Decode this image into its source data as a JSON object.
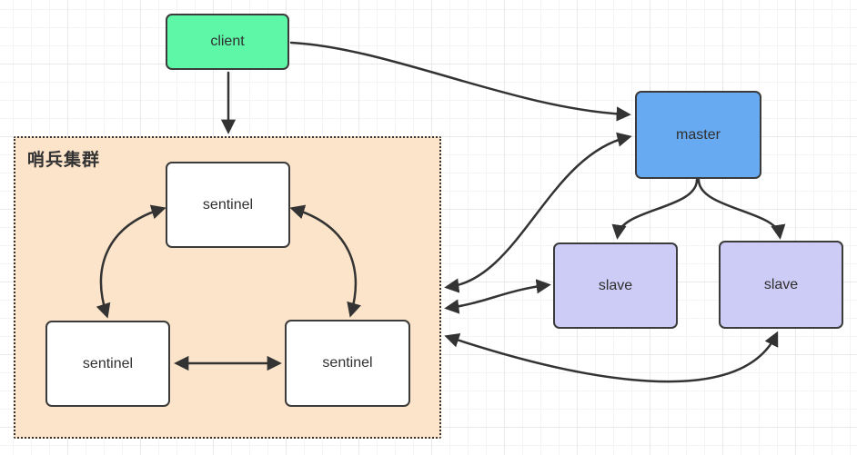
{
  "diagram": {
    "title": "redis-sentinel-architecture",
    "cluster": {
      "label": "哨兵集群"
    },
    "nodes": {
      "client": {
        "label": "client"
      },
      "master": {
        "label": "master"
      },
      "slave1": {
        "label": "slave"
      },
      "slave2": {
        "label": "slave"
      },
      "sentinel1": {
        "label": "sentinel"
      },
      "sentinel2": {
        "label": "sentinel"
      },
      "sentinel3": {
        "label": "sentinel"
      }
    },
    "edges": [
      {
        "from": "client",
        "to": "sentinel-cluster",
        "direction": "one-way"
      },
      {
        "from": "client",
        "to": "master",
        "direction": "one-way"
      },
      {
        "from": "sentinel-cluster",
        "to": "master",
        "direction": "two-way"
      },
      {
        "from": "sentinel-cluster",
        "to": "slave1",
        "direction": "two-way"
      },
      {
        "from": "sentinel-cluster",
        "to": "slave2",
        "direction": "two-way"
      },
      {
        "from": "master",
        "to": "slave1",
        "direction": "one-way"
      },
      {
        "from": "master",
        "to": "slave2",
        "direction": "one-way"
      },
      {
        "from": "sentinel1",
        "to": "sentinel2",
        "direction": "two-way"
      },
      {
        "from": "sentinel1",
        "to": "sentinel3",
        "direction": "two-way"
      },
      {
        "from": "sentinel2",
        "to": "sentinel3",
        "direction": "two-way"
      }
    ],
    "colors": {
      "client_fill": "#5ef7a8",
      "master_fill": "#68aaf2",
      "slave_fill": "#cdccf6",
      "sentinel_fill": "#ffffff",
      "cluster_fill": "#fbe4ca",
      "node_border": "#3b3b3b",
      "edge_stroke": "#333333",
      "grid_line": "#ececec"
    }
  }
}
